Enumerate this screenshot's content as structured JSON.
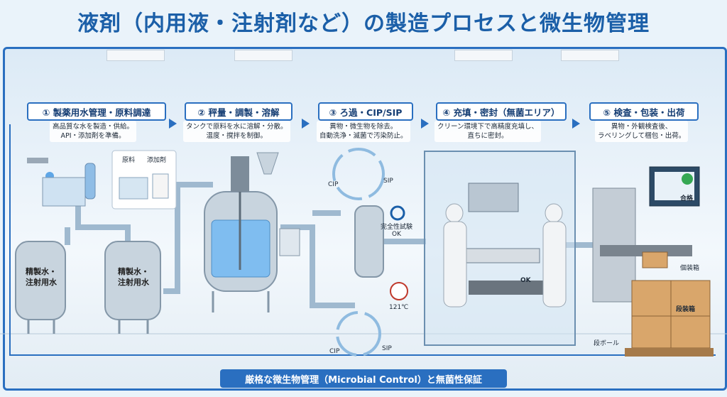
{
  "title": "液剤（内用液・注射剤など）の製造プロセスと微生物管理",
  "steps": [
    {
      "label": "① 製薬用水管理・原料調達",
      "desc1": "高品質な水を製造・供給。",
      "desc2": "API・添加剤を準備。"
    },
    {
      "label": "② 秤量・調製・溶解",
      "desc1": "タンクで原料を水に溶解・分散。",
      "desc2": "温度・撹拌を制御。"
    },
    {
      "label": "③ ろ過・CIP/SIP",
      "desc1": "異物・微生物を除去。",
      "desc2": "自動洗浄・滅菌で汚染防止。"
    },
    {
      "label": "④ 充填・密封（無菌エリア）",
      "desc1": "クリーン環境下で高精度充填し、",
      "desc2": "直ちに密封。"
    },
    {
      "label": "⑤ 検査・包装・出荷",
      "desc1": "異物・外観検査後、",
      "desc2": "ラベリングして梱包・出荷。"
    }
  ],
  "labels": {
    "tank1": "精製水・\n注射用水",
    "tank2": "精製水・\n注射用水",
    "raw_material": "原料",
    "additive": "添加剤",
    "integrity_test": "完全性試験\nOK",
    "temp": "121℃",
    "cip_top": "CIP",
    "sip_top": "SIP",
    "cip_bottom": "CIP",
    "sip_bottom": "SIP",
    "fill_ok": "OK",
    "pass": "合格",
    "case_box": "個装箱",
    "carton_box": "段装箱",
    "cardboard": "段ボール"
  },
  "footer": "厳格な微生物管理（Microbial Control）と無菌性保証"
}
